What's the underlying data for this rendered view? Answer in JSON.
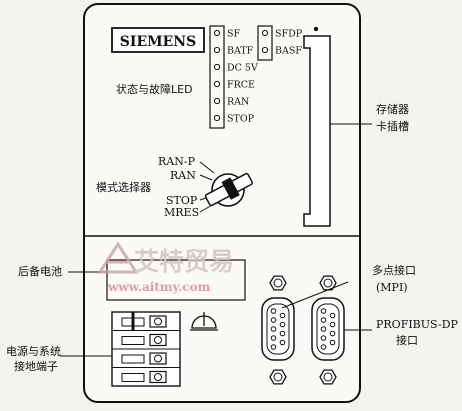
{
  "brand": "SIEMENS",
  "led_left": [
    "SF",
    "BATF",
    "DC 5V",
    "FRCE",
    "RAN",
    "STOP"
  ],
  "led_right": [
    "SFDP",
    "BASF"
  ],
  "labels": {
    "status_leds": "状态与故障LED",
    "memory_slot": [
      "存储器",
      "卡插槽"
    ],
    "mode_selector": "模式选择器",
    "mode_positions": [
      "RAN-P",
      "RAN",
      "STOP",
      "MRES"
    ],
    "backup_battery": "后备电池",
    "power_terminal": [
      "电源与系统",
      "接地端子"
    ],
    "mpi": [
      "多点接口",
      "(MPI)"
    ],
    "profibus": [
      "PROFIBUS-DP",
      "接口"
    ]
  },
  "watermark": {
    "name": "艾特贸易",
    "url": "www.aitmy.com"
  }
}
